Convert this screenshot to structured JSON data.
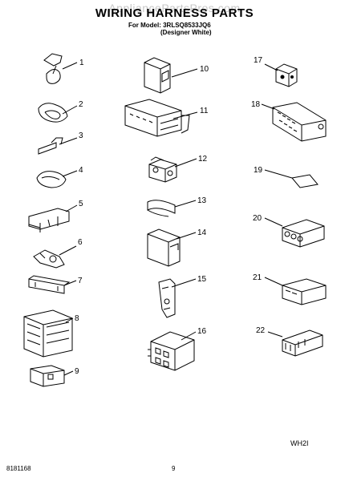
{
  "watermark": "AppliancePartsPros.com",
  "title": "WIRING HARNESS PARTS",
  "model_line": "For Model: 3RLSQ8533JQ6",
  "model_variant": "(Designer White)",
  "footer": {
    "code": "WH2I",
    "doc_number": "8181168",
    "page": "9"
  },
  "parts": [
    {
      "n": "1"
    },
    {
      "n": "2"
    },
    {
      "n": "3"
    },
    {
      "n": "4"
    },
    {
      "n": "5"
    },
    {
      "n": "6"
    },
    {
      "n": "7"
    },
    {
      "n": "8"
    },
    {
      "n": "9"
    },
    {
      "n": "10"
    },
    {
      "n": "11"
    },
    {
      "n": "12"
    },
    {
      "n": "13"
    },
    {
      "n": "14"
    },
    {
      "n": "15"
    },
    {
      "n": "16"
    },
    {
      "n": "17"
    },
    {
      "n": "18"
    },
    {
      "n": "19"
    },
    {
      "n": "20"
    },
    {
      "n": "21"
    },
    {
      "n": "22"
    }
  ]
}
